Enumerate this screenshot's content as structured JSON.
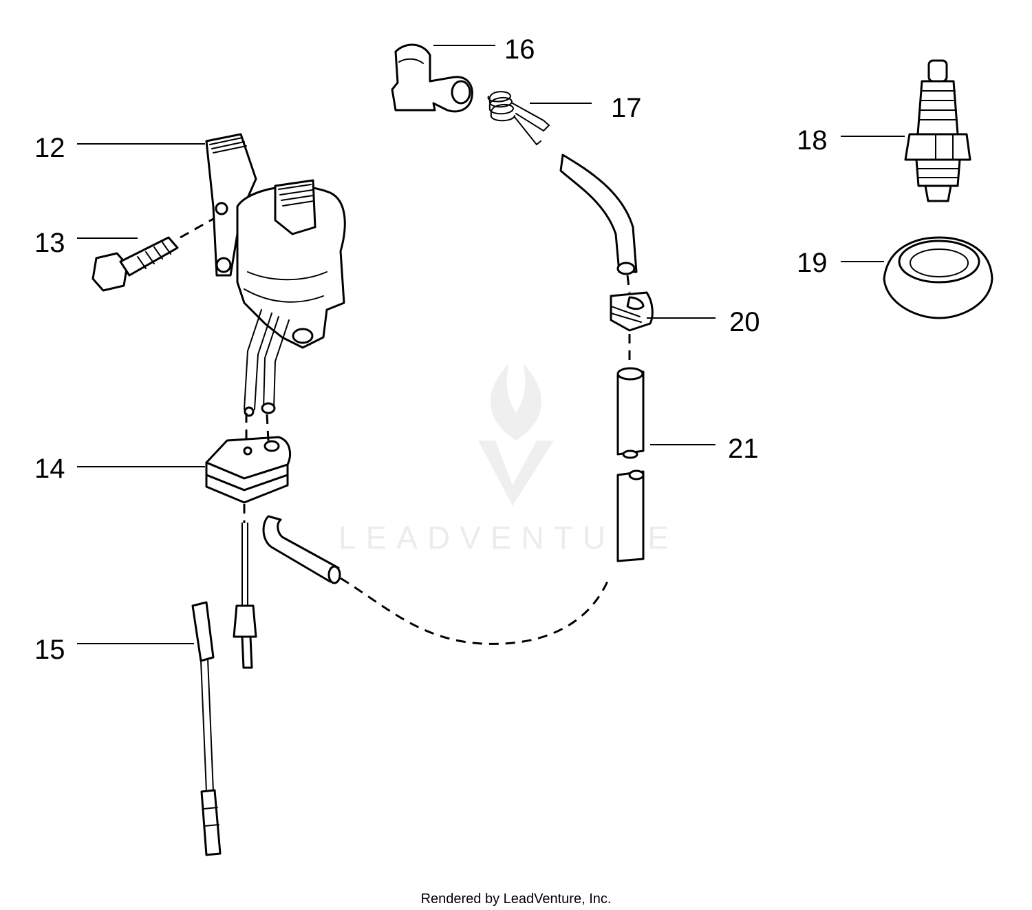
{
  "callouts": [
    {
      "id": "12",
      "label": "12"
    },
    {
      "id": "13",
      "label": "13"
    },
    {
      "id": "14",
      "label": "14"
    },
    {
      "id": "15",
      "label": "15"
    },
    {
      "id": "16",
      "label": "16"
    },
    {
      "id": "17",
      "label": "17"
    },
    {
      "id": "18",
      "label": "18"
    },
    {
      "id": "19",
      "label": "19"
    },
    {
      "id": "20",
      "label": "20"
    },
    {
      "id": "21",
      "label": "21"
    }
  ],
  "watermark": "LEADVENTURE",
  "footer": "Rendered by LeadVenture, Inc."
}
